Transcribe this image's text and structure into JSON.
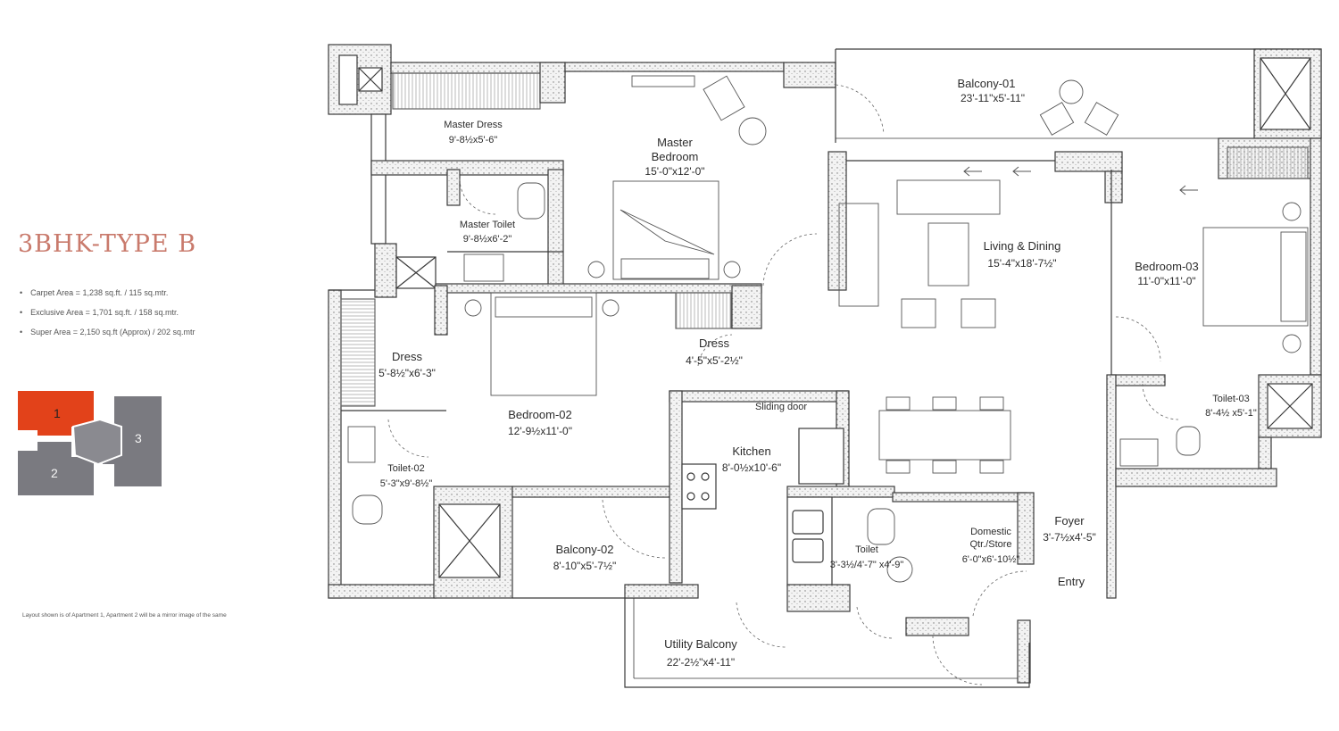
{
  "plan": {
    "title": "3BHK-TYPE B",
    "areas": [
      "Carpet Area = 1,238 sq.ft. / 115 sq.mtr.",
      "Exclusive Area = 1,701 sq.ft. / 158 sq.mtr.",
      "Super Area = 2,150 sq.ft (Approx) / 202 sq.mtr"
    ],
    "note": "Layout shown is of Apartment 1, Apartment 2 will be a mirror image of the same",
    "key_plan": {
      "labels": [
        "1",
        "2",
        "3"
      ],
      "highlight_color": "#e2421a",
      "block_color": "#7a7a80"
    },
    "wall_color": "#3a3a3a",
    "rooms": {
      "balcony_01": {
        "name": "Balcony-01",
        "dim": "23'-11\"x5'-11\""
      },
      "master_dress": {
        "name": "Master Dress",
        "dim": "9'-8½x5'-6\""
      },
      "master_bedroom": {
        "name": "Master Bedroom",
        "dim": "15'-0\"x12'-0\""
      },
      "master_toilet": {
        "name": "Master Toilet",
        "dim": "9'-8½x6'-2\""
      },
      "living_dining": {
        "name": "Living & Dining",
        "dim": "15'-4\"x18'-7½\""
      },
      "bedroom_03": {
        "name": "Bedroom-03",
        "dim": "11'-0\"x11'-0\""
      },
      "dress": {
        "name": "Dress",
        "dim": "5'-8½\"x6'-3\""
      },
      "bedroom_02": {
        "name": "Bedroom-02",
        "dim": "12'-9½x11'-0\""
      },
      "dress_2": {
        "name": "Dress",
        "dim": "4'-5\"x5'-2½\""
      },
      "sliding_door": {
        "name": "Sliding door"
      },
      "toilet_03": {
        "name": "Toilet-03",
        "dim": "8'-4½ x5'-1\""
      },
      "toilet_02": {
        "name": "Toilet-02",
        "dim": "5'-3\"x9'-8½\""
      },
      "kitchen": {
        "name": "Kitchen",
        "dim": "8'-0½x10'-6\""
      },
      "balcony_02": {
        "name": "Balcony-02",
        "dim": "8'-10\"x5'-7½\""
      },
      "toilet": {
        "name": "Toilet",
        "dim": "3'-3½/4'-7\" x4'-9\""
      },
      "domestic_qtr": {
        "name": "Domestic Qtr./Store",
        "dim": "6'-0\"x6'-10½\""
      },
      "foyer": {
        "name": "Foyer",
        "dim": "3'-7½x4'-5\""
      },
      "entry": {
        "name": "Entry"
      },
      "utility_balcony": {
        "name": "Utility Balcony",
        "dim": "22'-2½\"x4'-11\""
      }
    }
  }
}
